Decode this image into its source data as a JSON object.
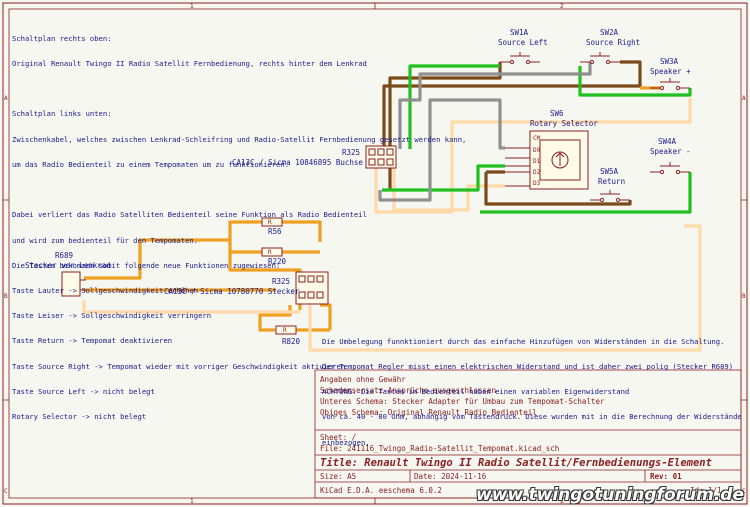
{
  "notes": {
    "top": [
      "Schaltplan rechts oben:",
      "Original Renault Twingo II Radio Satellit Fernbedienung, rechts hinter dem Lenkrad",
      "",
      "Schaltplan links unten:",
      "Zwischenkabel, welches zwischen Lenkrad-Schleifring und Radio-Satellit Fernbedienung gesetzt werden kann,",
      "um das Radio Bedienteil zu einem Tempomaten um zu funktionieren.",
      "",
      "Dabei verliert das Radio Satelliten Bedienteil seine Funktion als Radio Bedienteil",
      "und wird zum bedienteil für den Tempomaten.",
      "Die Tasten bekommen somit folgende neue Funktionen zugewiesen:",
      "Taste Lauter -> Sollgeschwindigkeit erhöhen",
      "Taste Leiser -> Sollgeschwindigkeit verringern",
      "Taste Return -> Tempomat deaktivieren",
      "Taste Source Right -> Tempomat wieder mit vorriger Geschwindigkeit aktivieren",
      "Taste Source Left -> nicht belegt",
      "Rotary Selector -> nicht belegt"
    ],
    "middle": [
      "Die Umbelegung funnktioniert durch das einfache Hinzufügen von Widerständen in die Schaltung.",
      "Der Tempomat Regler misst einen elektrischen Widerstand und ist daher zwei polig (Stecker R689)",
      "ACHTUNG: Die Tasten im Bedienteil haben einen variablen Eigenwiderstand",
      "von ca. 40 - 80 Ohm, abhängig vom Tastendruck. Diese wurden mit in die Berechnung der Widerstände",
      "einbezogen."
    ]
  },
  "components": {
    "sw1a": {
      "ref": "SW1A",
      "value": "Source Left"
    },
    "sw2a": {
      "ref": "SW2A",
      "value": "Source Right"
    },
    "sw3a": {
      "ref": "SW3A",
      "value": "Speaker +"
    },
    "sw4a": {
      "ref": "SW4A",
      "value": "Speaker -"
    },
    "sw5a": {
      "ref": "SW5A",
      "value": "Return"
    },
    "sw6": {
      "ref": "SW6",
      "value": "Rotary Selector",
      "pins": [
        "CM",
        "D0",
        "D1",
        "D2",
        "D3"
      ]
    },
    "conn_top": {
      "ref": "R325",
      "value": "CA13C / Sicma 10846895 Buchse"
    },
    "conn_bottom": {
      "ref": "R325",
      "value": "CA13C / Sicma 10780770 Stecker"
    },
    "r689": {
      "ref": "R689",
      "value": "Stecker vor Lenkrad"
    },
    "r56": {
      "ref": "R56"
    },
    "r220": {
      "ref": "R220"
    },
    "r820": {
      "ref": "R820"
    }
  },
  "title_block": {
    "comments": [
      "Angaben ohne Gewähr",
      "Schadensersatz-Ansprüche ausgeschlossen",
      "Unteres Schema: Stecker Adapter für Umbau zum Tempomat-Schalter",
      "Obiges Schema: Original Renault Radio Bedienteil"
    ],
    "sheet": "Sheet: /",
    "file": "File: 241116_Twingo_Radio-Satellit_Tempomat.kicad_sch",
    "title": "Title: Renault Twingo II Radio Satellit/Fernbedienungs-Element",
    "size": "Size: A5",
    "date": "Date: 2024-11-16",
    "rev": "Rev: 01",
    "tool": "KiCad E.D.A.  eeschema 6.0.2",
    "id": "Id: 1/1"
  },
  "border": {
    "left_marks": [
      "A",
      "B",
      "C"
    ],
    "right_marks": [
      "A",
      "B",
      "C"
    ],
    "bottom_marks": [
      "1",
      "2"
    ]
  },
  "watermark": "www.twingotuningforum.de",
  "colors": {
    "orange": "#f0a020",
    "peach": "#ffd9a8",
    "brown": "#7a4a1a",
    "green": "#20c020",
    "gray": "#909090",
    "border": "#8a2020",
    "text": "#1a1a8c"
  }
}
